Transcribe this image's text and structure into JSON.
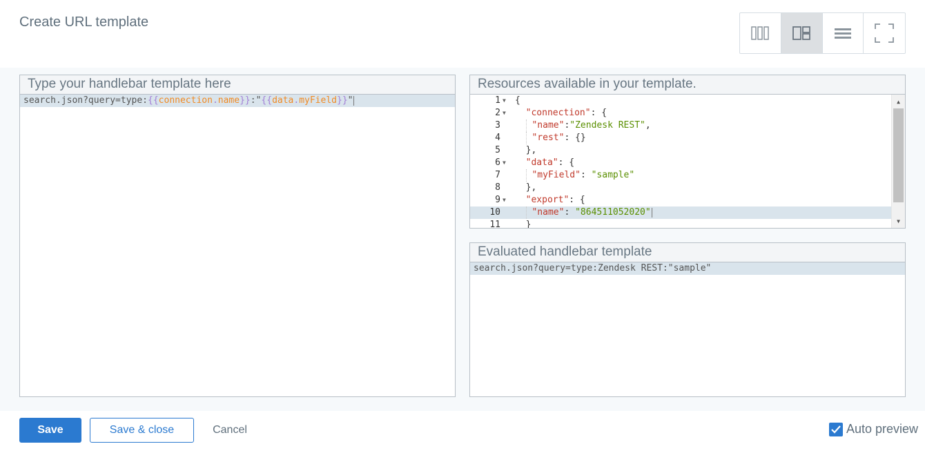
{
  "header": {
    "title": "Create URL template",
    "layout_buttons": [
      {
        "icon": "columns-icon",
        "active": false
      },
      {
        "icon": "split-layout-icon",
        "active": true
      },
      {
        "icon": "rows-icon",
        "active": false
      },
      {
        "icon": "fullscreen-icon",
        "active": false
      }
    ]
  },
  "template_panel": {
    "heading": "Type your handlebar template here",
    "text_prefix": "search.json?query=type:",
    "open1": "{{",
    "var1": "connection",
    "dot1": ".",
    "prop1": "name",
    "close1": "}}",
    "mid": ":\"",
    "open2": "{{",
    "var2": "data",
    "dot2": ".",
    "prop2": "myField",
    "close2": "}}",
    "suffix": "\""
  },
  "resources_panel": {
    "heading": "Resources available in your template.",
    "lines": [
      {
        "n": "1",
        "fold": true
      },
      {
        "n": "2",
        "fold": true
      },
      {
        "n": "3",
        "fold": false
      },
      {
        "n": "4",
        "fold": false
      },
      {
        "n": "5",
        "fold": false
      },
      {
        "n": "6",
        "fold": true
      },
      {
        "n": "7",
        "fold": false
      },
      {
        "n": "8",
        "fold": false
      },
      {
        "n": "9",
        "fold": true
      },
      {
        "n": "10",
        "fold": false
      },
      {
        "n": "11",
        "fold": false
      }
    ],
    "code": {
      "l1": "{",
      "l2_key": "\"connection\"",
      "l2_rest": ": {",
      "l3_key": "\"name\"",
      "l3_sep": ":",
      "l3_val": "\"Zendesk REST\"",
      "l3_end": ",",
      "l4_key": "\"rest\"",
      "l4_rest": ": {}",
      "l5": "},",
      "l6_key": "\"data\"",
      "l6_rest": ": {",
      "l7_key": "\"myField\"",
      "l7_sep": ": ",
      "l7_val": "\"sample\"",
      "l8": "},",
      "l9_key": "\"export\"",
      "l9_rest": ": {",
      "l10_key": "\"name\"",
      "l10_sep": ": ",
      "l10_val": "\"864511052020\"",
      "l11": "}"
    }
  },
  "evaluated_panel": {
    "heading": "Evaluated handlebar template",
    "result": "search.json?query=type:Zendesk REST:\"sample\""
  },
  "footer": {
    "save_label": "Save",
    "save_close_label": "Save & close",
    "cancel_label": "Cancel",
    "auto_preview_label": "Auto preview",
    "auto_preview_checked": true
  },
  "colors": {
    "primary": "#2b7ad0",
    "active_line": "#d9e4ec",
    "json_key": "#c0392b",
    "json_string": "#5a8f00",
    "hb_brace": "#a27ed6",
    "hb_var": "#f08a24"
  }
}
